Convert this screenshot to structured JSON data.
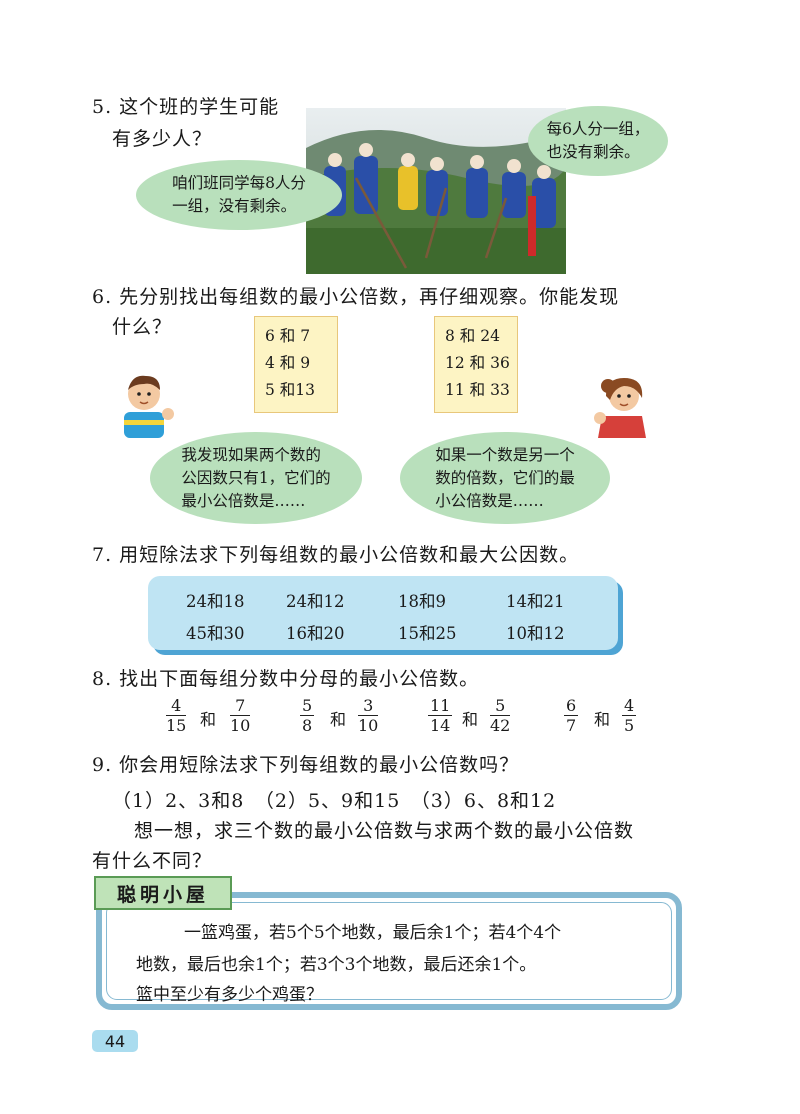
{
  "q5": {
    "text_line1": "5. 这个班的学生可能",
    "text_line2": "有多少人？",
    "bubble_left": "咱们班同学每8人分\n一组，没有剩余。",
    "bubble_right": "每6人分一组，\n也没有剩余。"
  },
  "q6": {
    "text_line1": "6. 先分别找出每组数的最小公倍数，再仔细观察。你能发现",
    "text_line2": "什么？",
    "box_left": [
      "6 和 7",
      "4 和 9",
      "5 和13"
    ],
    "box_right": [
      "8 和 24",
      "12 和 36",
      "11 和 33"
    ],
    "bubble_left": "我发现如果两个数的\n公因数只有1，它们的\n最小公倍数是……",
    "bubble_right": "如果一个数是另一个\n数的倍数，它们的最\n小公倍数是……"
  },
  "q7": {
    "text": "7. 用短除法求下列每组数的最小公倍数和最大公因数。",
    "row1": [
      "24和18",
      "24和12",
      "18和9",
      "14和21"
    ],
    "row2": [
      "45和30",
      "16和20",
      "15和25",
      "10和12"
    ]
  },
  "q8": {
    "text": "8. 找出下面每组分数中分母的最小公倍数。",
    "he": "和",
    "pairs": [
      [
        {
          "n": "4",
          "d": "15"
        },
        {
          "n": "7",
          "d": "10"
        }
      ],
      [
        {
          "n": "5",
          "d": "8"
        },
        {
          "n": "3",
          "d": "10"
        }
      ],
      [
        {
          "n": "11",
          "d": "14"
        },
        {
          "n": "5",
          "d": "42"
        }
      ],
      [
        {
          "n": "6",
          "d": "7"
        },
        {
          "n": "4",
          "d": "5"
        }
      ]
    ]
  },
  "q9": {
    "text": "9. 你会用短除法求下列每组数的最小公倍数吗？",
    "items": "（1）2、3和8　（2）5、9和15　（3）6、8和12",
    "think_line1": "想一想，求三个数的最小公倍数与求两个数的最小公倍数",
    "think_line2": "有什么不同？"
  },
  "smart_house": {
    "title": "聪明小屋",
    "line1": "一篮鸡蛋，若5个5个地数，最后余1个；若4个4个",
    "line2": "地数，最后也余1个；若3个3个地数，最后还余1个。",
    "line3": "篮中至少有多少个鸡蛋？"
  },
  "page_number": "44",
  "colors": {
    "bubble_green": "#b9e0bc",
    "box_yellow": "#fdf4c4",
    "box_blue": "#bfe4f3",
    "frame_blue": "#86b9d2",
    "title_green": "#bfe3b8"
  }
}
